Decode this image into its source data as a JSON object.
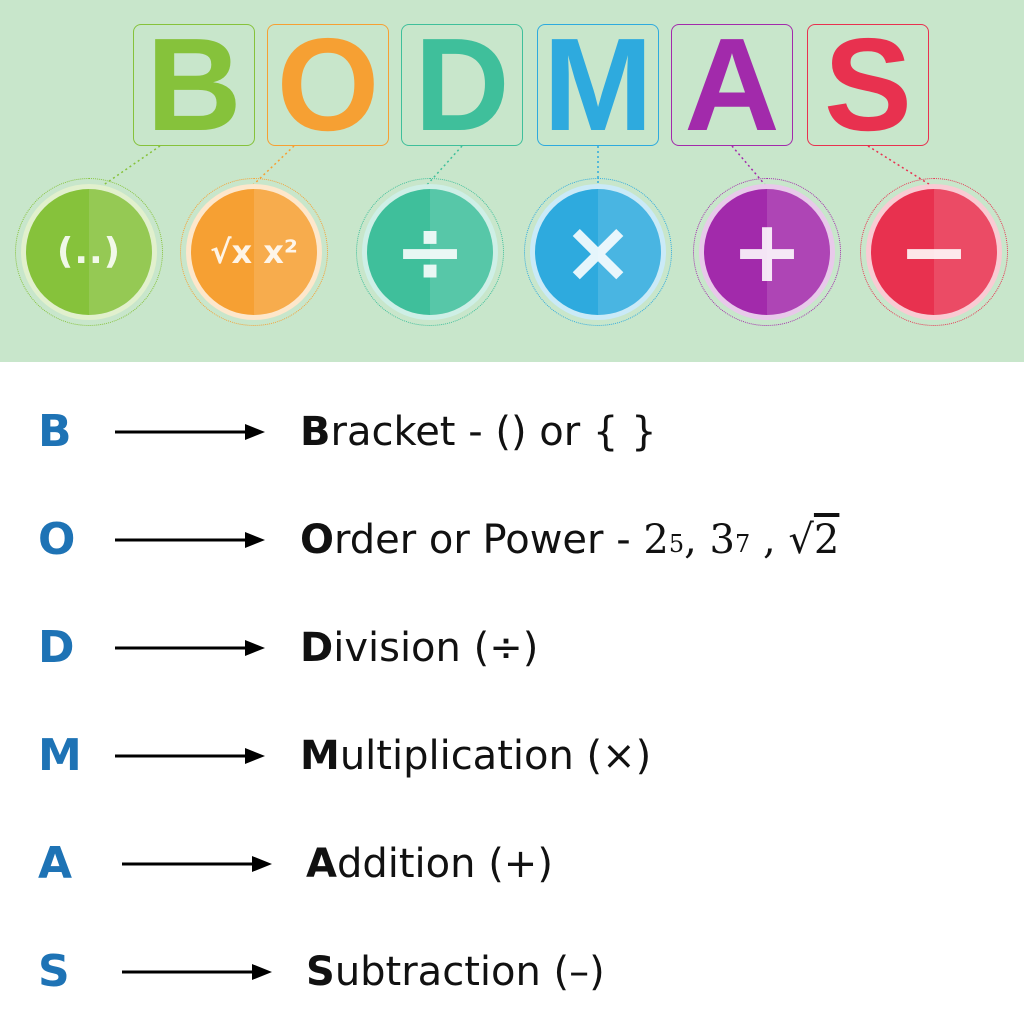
{
  "acronym": [
    {
      "letter": "B",
      "color": "#86c23b",
      "symbol": "(..)",
      "icon": "brackets-icon"
    },
    {
      "letter": "O",
      "color": "#f6a033",
      "symbol": "√x x²",
      "icon": "power-root-icon"
    },
    {
      "letter": "D",
      "color": "#3fbf9b",
      "symbol": "÷",
      "icon": "divide-icon"
    },
    {
      "letter": "M",
      "color": "#2eaade",
      "symbol": "×",
      "icon": "multiply-icon"
    },
    {
      "letter": "A",
      "color": "#a22aab",
      "symbol": "+",
      "icon": "plus-icon"
    },
    {
      "letter": "S",
      "color": "#e8314f",
      "symbol": "−",
      "icon": "minus-icon"
    }
  ],
  "rules": [
    {
      "letter": "B",
      "initial": "B",
      "rest": "racket - () or { }"
    },
    {
      "letter": "O",
      "initial": "O",
      "rest": "rder or Power - ",
      "math_a": "2",
      "math_a_exp": "5",
      "math_sep1": ", ",
      "math_b": "3",
      "math_b_exp": "7",
      "math_sep2": " , ",
      "math_root_sign": "√",
      "math_root_arg": "2"
    },
    {
      "letter": "D",
      "initial": "D",
      "rest": "ivision (÷)"
    },
    {
      "letter": "M",
      "initial": "M",
      "rest": "ultiplication (×)"
    },
    {
      "letter": "A",
      "initial": "A",
      "rest": "ddition (+)"
    },
    {
      "letter": "S",
      "initial": "S",
      "rest": "ubtraction (–)"
    }
  ],
  "colors": {
    "banner_bg": "#c8e6cb",
    "rule_letter": "#1e73b5",
    "text": "#111111"
  }
}
